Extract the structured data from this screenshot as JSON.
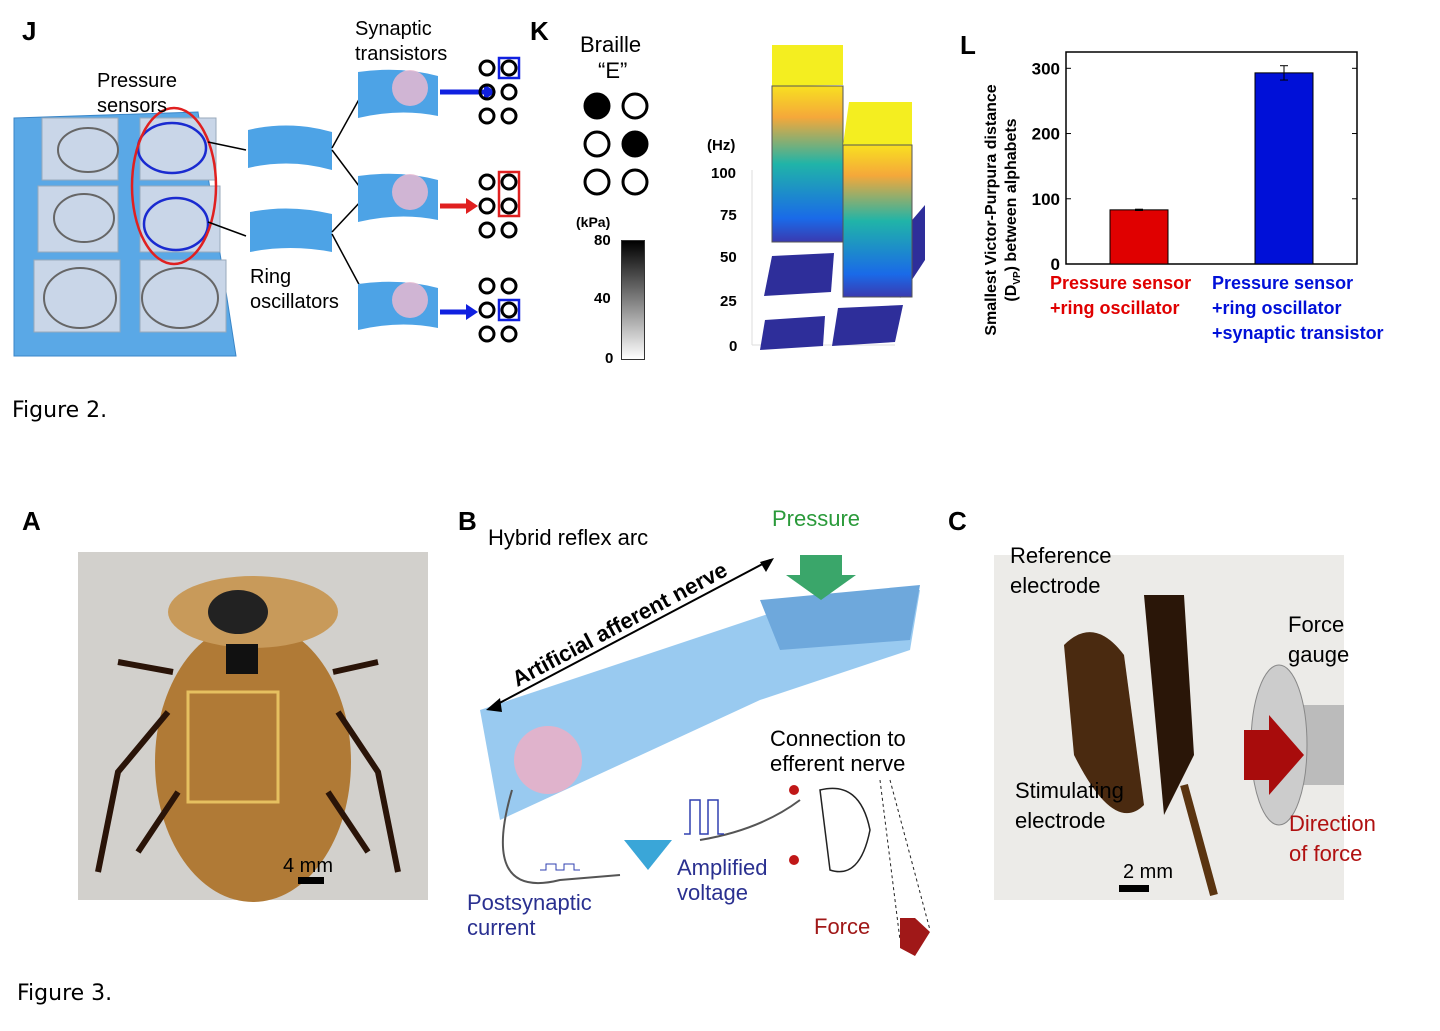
{
  "figure2": {
    "caption": "Figure 2.",
    "panel_j": {
      "label": "J",
      "pressure_sensors": "Pressure\nsensors",
      "ring_oscillators": "Ring\noscillators",
      "synaptic_transistors": "Synaptic\ntransistors"
    },
    "panel_k": {
      "label": "K",
      "braille_title": "Braille",
      "braille_letter": "“E”",
      "braille_dots": [
        true,
        false,
        false,
        true,
        false,
        false
      ],
      "colorbar_unit": "(kPa)",
      "colorbar_ticks": [
        "80",
        "40",
        "0"
      ],
      "z_unit": "(Hz)",
      "z_ticks": [
        "100",
        "75",
        "50",
        "25",
        "0"
      ]
    },
    "panel_l": {
      "label": "L"
    }
  },
  "chart_data": {
    "type": "bar",
    "categories": [
      "Pressure sensor\n+ring oscillator",
      "Pressure sensor\n+ring oscillator\n+synaptic transistor"
    ],
    "category_lines": [
      [
        "Pressure sensor",
        "+ring oscillator"
      ],
      [
        "Pressure sensor",
        "+ring oscillator",
        "+synaptic transistor"
      ]
    ],
    "values": [
      83,
      293
    ],
    "errors": [
      1,
      11
    ],
    "colors": [
      "#e00000",
      "#0010d8"
    ],
    "ylabel_line1": "Smallest Victor-Purpura distance",
    "ylabel_line2_pre": "(D",
    "ylabel_line2_sub": "VP",
    "ylabel_line2_post": ") between alphabets",
    "ylim": [
      0,
      325
    ],
    "yticks": [
      0,
      100,
      200,
      300
    ],
    "grid": false
  },
  "figure3": {
    "caption": "Figure 3.",
    "panel_a": {
      "label": "A",
      "scale": "4 mm"
    },
    "panel_b": {
      "label": "B",
      "title": "Hybrid reflex arc",
      "pressure": "Pressure",
      "afferent": "Artificial afferent nerve",
      "efferent": "Connection to\nefferent nerve",
      "amplified": "Amplified\nvoltage",
      "postsynaptic": "Postsynaptic\ncurrent",
      "force": "Force"
    },
    "panel_c": {
      "label": "C",
      "reference": "Reference\nelectrode",
      "stimulating": "Stimulating\nelectrode",
      "gauge": "Force\ngauge",
      "direction": "Direction\nof force",
      "scale": "2 mm"
    }
  }
}
